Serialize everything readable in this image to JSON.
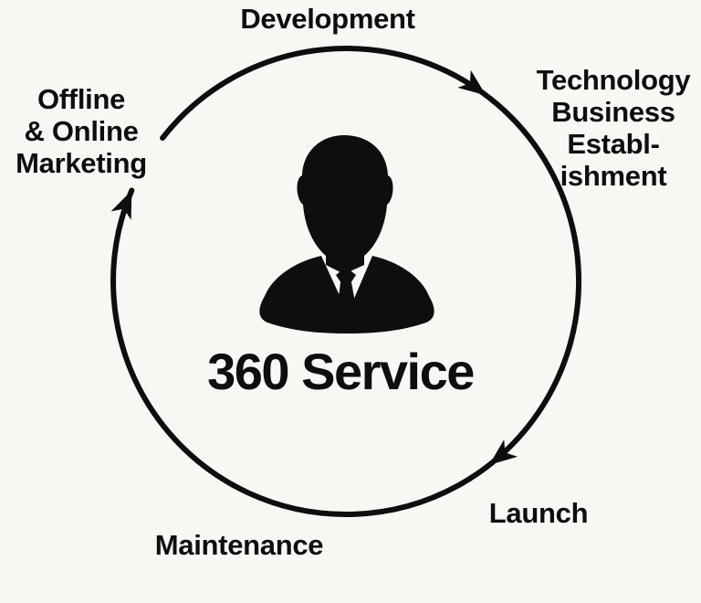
{
  "colors": {
    "background": "#f7f7f4",
    "ink": "#0e0e0e"
  },
  "icons": {
    "center": "businessman-icon",
    "flow_marker": "arrowhead-icon"
  },
  "diagram": {
    "type": "cycle",
    "direction": "clockwise",
    "center": {
      "title": "360 Service"
    },
    "steps": [
      {
        "id": "development",
        "position": "top",
        "lines": [
          "Development"
        ]
      },
      {
        "id": "technology-business-establishment",
        "position": "right",
        "lines": [
          "Technology",
          "Business",
          "Establ-",
          "ishment"
        ]
      },
      {
        "id": "launch",
        "position": "bottom-right",
        "lines": [
          "Launch"
        ]
      },
      {
        "id": "maintenance",
        "position": "bottom",
        "lines": [
          "Maintenance"
        ]
      },
      {
        "id": "offline-online-marketing",
        "position": "left",
        "lines": [
          "Offline",
          "& Online",
          "Marketing"
        ]
      }
    ]
  }
}
